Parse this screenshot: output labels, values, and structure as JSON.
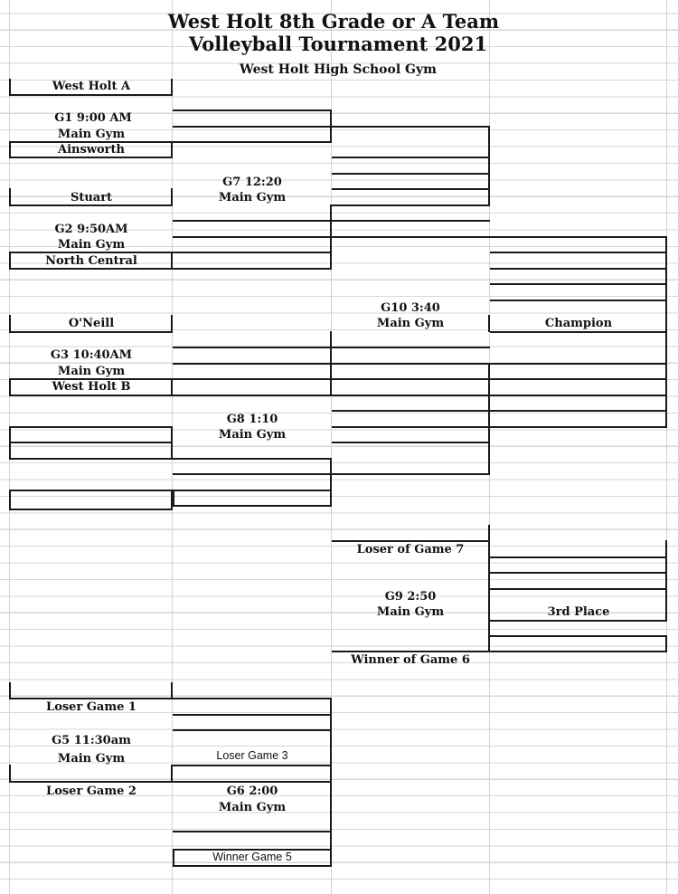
{
  "header": {
    "title_line1": "West Holt 8th Grade or  A Team",
    "title_line2": "Volleyball Tournament 2021",
    "venue": "West Holt  High School Gym"
  },
  "round1": {
    "team_west_holt_a": "West Holt A",
    "g1_label": "G1     9:00 AM",
    "g1_gym": "Main Gym",
    "team_ainsworth": "Ainsworth",
    "team_stuart": "Stuart",
    "g2_label": "G2     9:50AM",
    "g2_gym": "Main Gym",
    "team_north_central": "North Central",
    "team_oneill": "O'Neill",
    "g3_label": "G3     10:40AM",
    "g3_gym": "Main Gym",
    "team_west_holt_b": "West Holt B"
  },
  "round2": {
    "g7_label": "G7    12:20",
    "g7_gym": "Main Gym",
    "g8_label": "G8      1:10",
    "g8_gym": "Main Gym"
  },
  "final": {
    "g10_label": "G10    3:40",
    "g10_gym": "Main Gym",
    "champion": "Champion"
  },
  "third_place": {
    "loser_game7": "Loser of Game 7",
    "g9_label": "G9     2:50",
    "g9_gym": "Main Gym",
    "third_place": "3rd Place",
    "winner_game6": "Winner of Game 6"
  },
  "consolation": {
    "loser_game1": "Loser Game 1",
    "g5_label": "G5      11:30am",
    "g5_gym": "Main Gym",
    "loser_game3": "Loser Game 3",
    "loser_game2": "Loser Game 2",
    "g6_label": "G6     2:00",
    "g6_gym": "Main Gym",
    "winner_game5": "Winner Game 5"
  }
}
